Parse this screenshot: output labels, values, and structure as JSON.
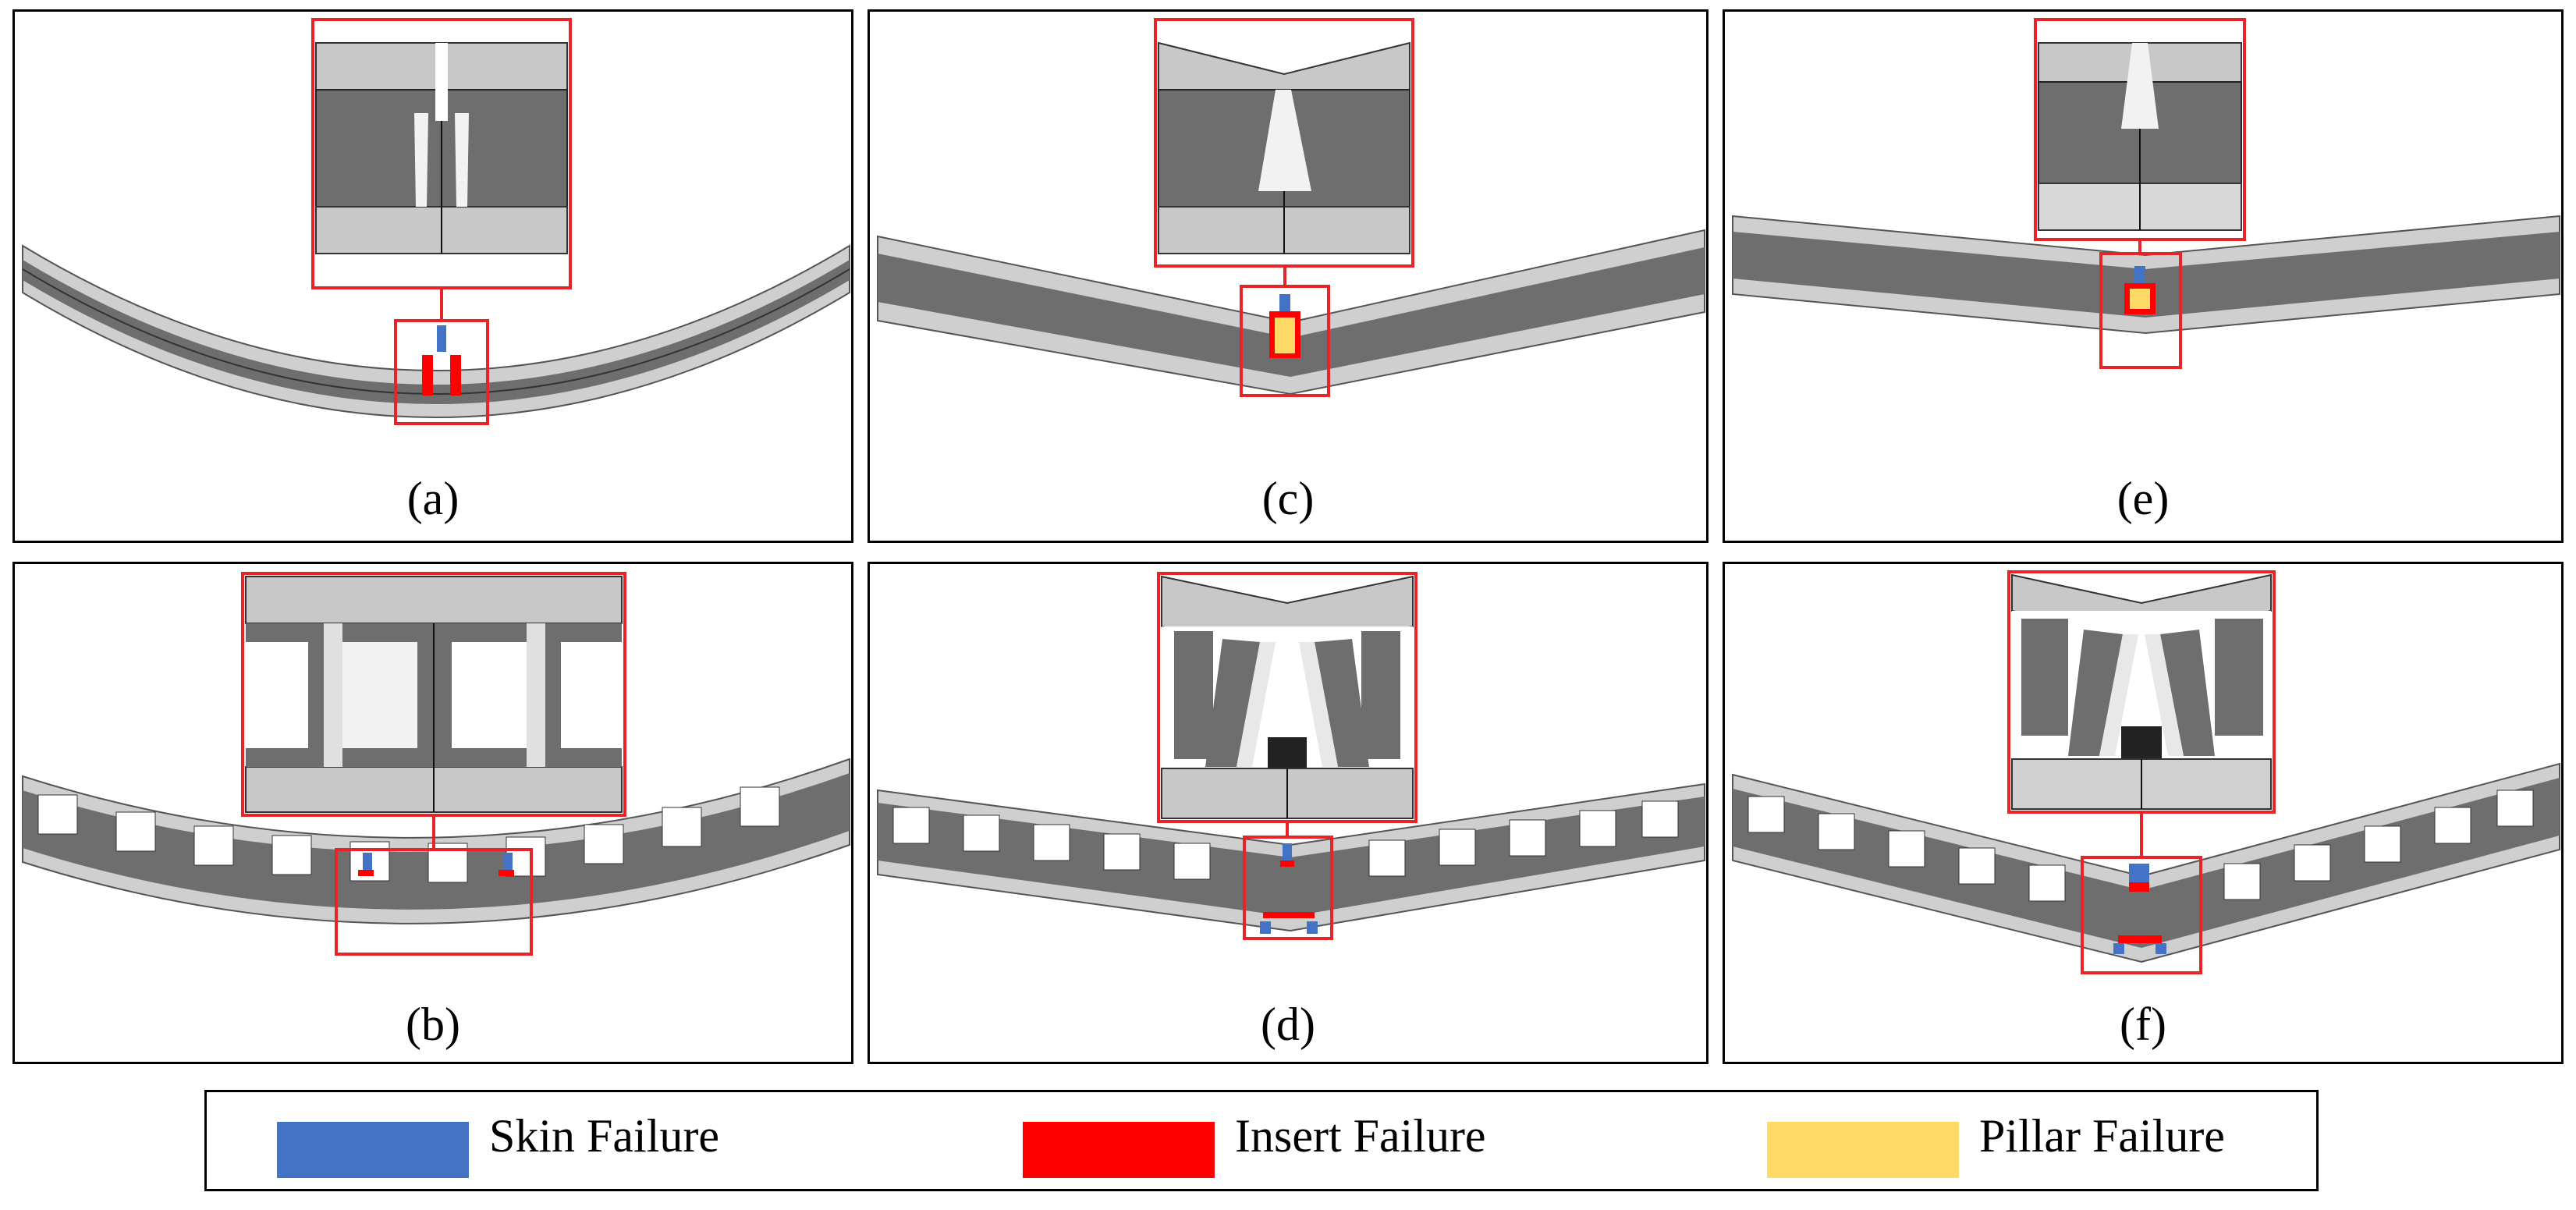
{
  "panels": [
    {
      "id": "a",
      "caption": "(a)",
      "structure": "solid-core",
      "curve": "smooth",
      "failures": [
        "skin",
        "insert"
      ]
    },
    {
      "id": "c",
      "caption": "(c)",
      "structure": "solid-core",
      "curve": "kink",
      "failures": [
        "skin",
        "insert",
        "pillar"
      ]
    },
    {
      "id": "e",
      "caption": "(e)",
      "structure": "solid-core",
      "curve": "shallow",
      "failures": [
        "skin",
        "insert",
        "pillar"
      ]
    },
    {
      "id": "b",
      "caption": "(b)",
      "structure": "lattice",
      "curve": "smooth",
      "failures": [
        "skin",
        "insert"
      ]
    },
    {
      "id": "d",
      "caption": "(d)",
      "structure": "lattice",
      "curve": "kink",
      "failures": [
        "skin",
        "insert"
      ]
    },
    {
      "id": "f",
      "caption": "(f)",
      "structure": "lattice",
      "curve": "kink",
      "failures": [
        "skin",
        "insert"
      ]
    }
  ],
  "legend": {
    "items": [
      {
        "label": "Skin Failure",
        "color": "#4472c4"
      },
      {
        "label": "Insert Failure",
        "color": "#ff0000"
      },
      {
        "label": "Pillar Failure",
        "color": "#ffd966"
      }
    ]
  },
  "colors": {
    "skin": "#4472c4",
    "insert": "#ff0000",
    "pillar": "#ffd966",
    "zoom": "#e8242b",
    "core": "#6e6e6e",
    "shell": "#c8c8c8"
  }
}
